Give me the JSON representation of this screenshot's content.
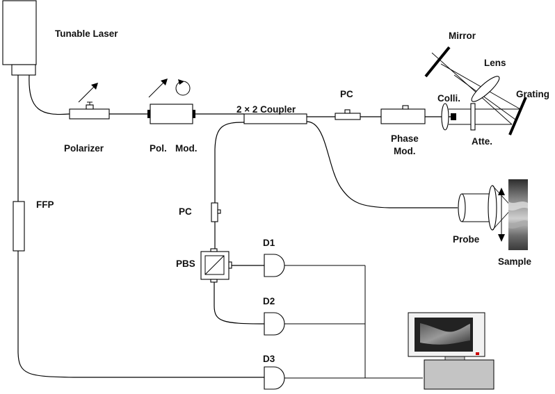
{
  "labels": {
    "tunable_laser": "Tunable Laser",
    "polarizer": "Polarizer",
    "pol": "Pol.",
    "mod": "Mod.",
    "coupler": "2 × 2 Coupler",
    "pc_top": "PC",
    "phase": "Phase",
    "phase_mod": "Mod.",
    "colli": "Colli.",
    "atte": "Atte.",
    "mirror": "Mirror",
    "lens": "Lens",
    "grating": "Grating",
    "ffp": "FFP",
    "pc_mid": "PC",
    "pbs": "PBS",
    "d1": "D1",
    "d2": "D2",
    "d3": "D3",
    "probe": "Probe",
    "sample": "Sample"
  }
}
